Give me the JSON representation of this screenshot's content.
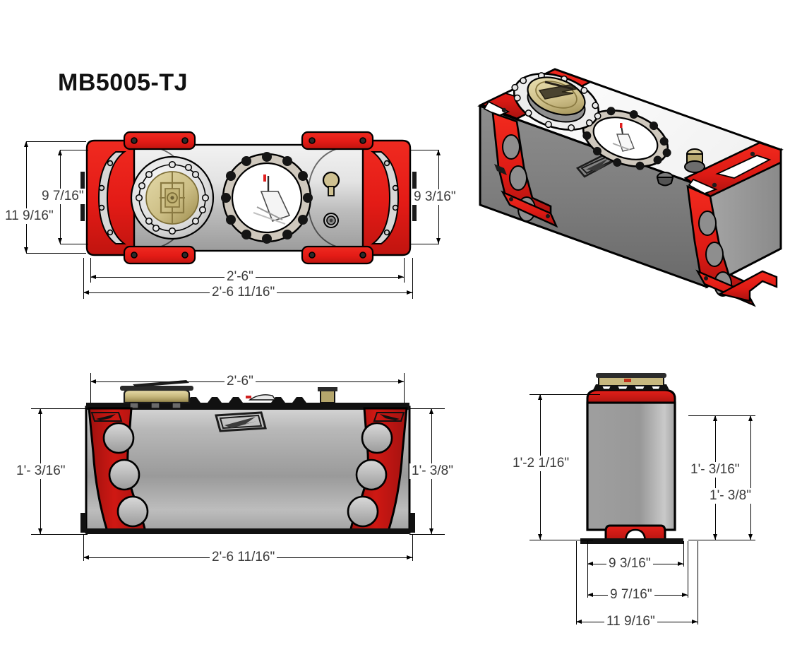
{
  "document": {
    "title": "MB5005-TJ",
    "kind": "technical-drawing",
    "background": "#ffffff"
  },
  "colors": {
    "bracket_red": "#e31b16",
    "bracket_red_dark": "#b01410",
    "body_gray_light": "#e9e9e9",
    "body_gray_mid": "#9d9d9d",
    "body_gray_dark": "#6f6f6f",
    "cap_brass": "#cdbf86",
    "cap_brass_dark": "#a08f53",
    "sender_white": "#ffffff",
    "sender_ring": "#cfc8bd",
    "outline_black": "#000000",
    "dim_text": "#3b3b3b",
    "accent_red_mark": "#e02020"
  },
  "views": {
    "top": {
      "name": "top-view",
      "dimensions": {
        "left_inner": "9 7/16\"",
        "left_outer": "11 9/16\"",
        "right": "9 3/16\"",
        "bottom_inner": "2'-6\"",
        "bottom_outer": "2'-6 11/16\""
      },
      "features": [
        "fuel-cap-brass",
        "sender-plate-white",
        "vent-fitting",
        "drain-bolt",
        "left-bracket",
        "right-bracket",
        "mount-tabs"
      ]
    },
    "iso": {
      "name": "isometric-view",
      "features": [
        "fuel-cap-brass",
        "sender-plate-white",
        "vent-fitting",
        "drain-bolt",
        "embossed-logo",
        "front-bracket",
        "rear-bracket",
        "mount-feet"
      ]
    },
    "front": {
      "name": "front-view",
      "dimensions": {
        "top": "2'-6\"",
        "left": "1'- 3/16\"",
        "right": "1'- 3/8\"",
        "bottom": "2'-6 11/16\""
      },
      "features": [
        "fuel-cap-brass",
        "vent-fitting",
        "sender-plate-edge",
        "left-bracket",
        "right-bracket",
        "embossed-logo",
        "bracket-hole",
        "bracket-hole",
        "bracket-hole"
      ]
    },
    "side": {
      "name": "side-view",
      "dimensions": {
        "left": "1'-2 1/16\"",
        "right_upper": "1'- 3/16\"",
        "right_lower": "1'- 3/8\"",
        "bottom_inner": "9 3/16\"",
        "bottom_middle": "9 7/16\"",
        "bottom_outer": "11 9/16\""
      },
      "features": [
        "fuel-cap-brass",
        "red-top-rail",
        "body-panel",
        "red-foot-arch"
      ]
    }
  }
}
